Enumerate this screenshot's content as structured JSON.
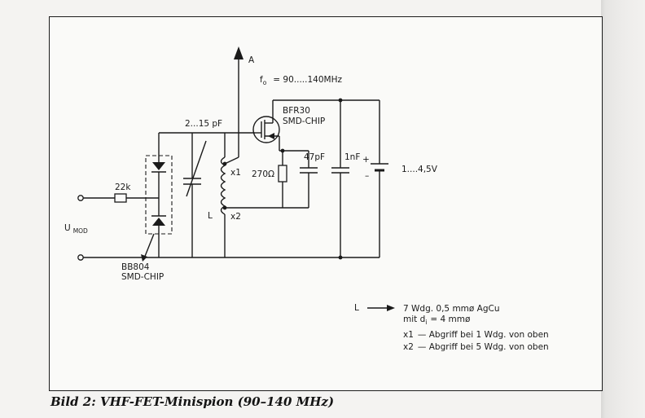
{
  "caption": "Bild 2: VHF-FET-Minispion (90–140 MHz)",
  "schematic": {
    "antenna_label": "A",
    "freq_symbol": "f",
    "freq_sub": "o",
    "freq_value": "= 90.....140MHz",
    "transistor_name": "BFR30",
    "transistor_pkg": "SMD-CHIP",
    "trimmer_cap": "2...15 pF",
    "resistor_in": "22k",
    "input_label": "U",
    "input_sub": "MOD",
    "varicap_name": "BB804",
    "varicap_pkg": "SMD-CHIP",
    "tap1": "x1",
    "tap2": "x2",
    "coil_label": "L",
    "resistor_src": "270Ω",
    "cap_src": "47pF",
    "cap_supply": "1nF",
    "battery_plus": "+",
    "battery_minus": "–",
    "battery_value": "1....4,5V"
  },
  "notes": {
    "coil_ref": "L",
    "coil_line1": "7 Wdg.  0,5 mmø AgCu",
    "coil_line2_pre": "mit d",
    "coil_line2_sub": "i",
    "coil_line2_post": "= 4 mmø",
    "tap1_label": "x1",
    "tap1_text": "— Abgriff bei 1 Wdg. von oben",
    "tap2_label": "x2",
    "tap2_text": "— Abgriff bei 5 Wdg. von oben"
  }
}
